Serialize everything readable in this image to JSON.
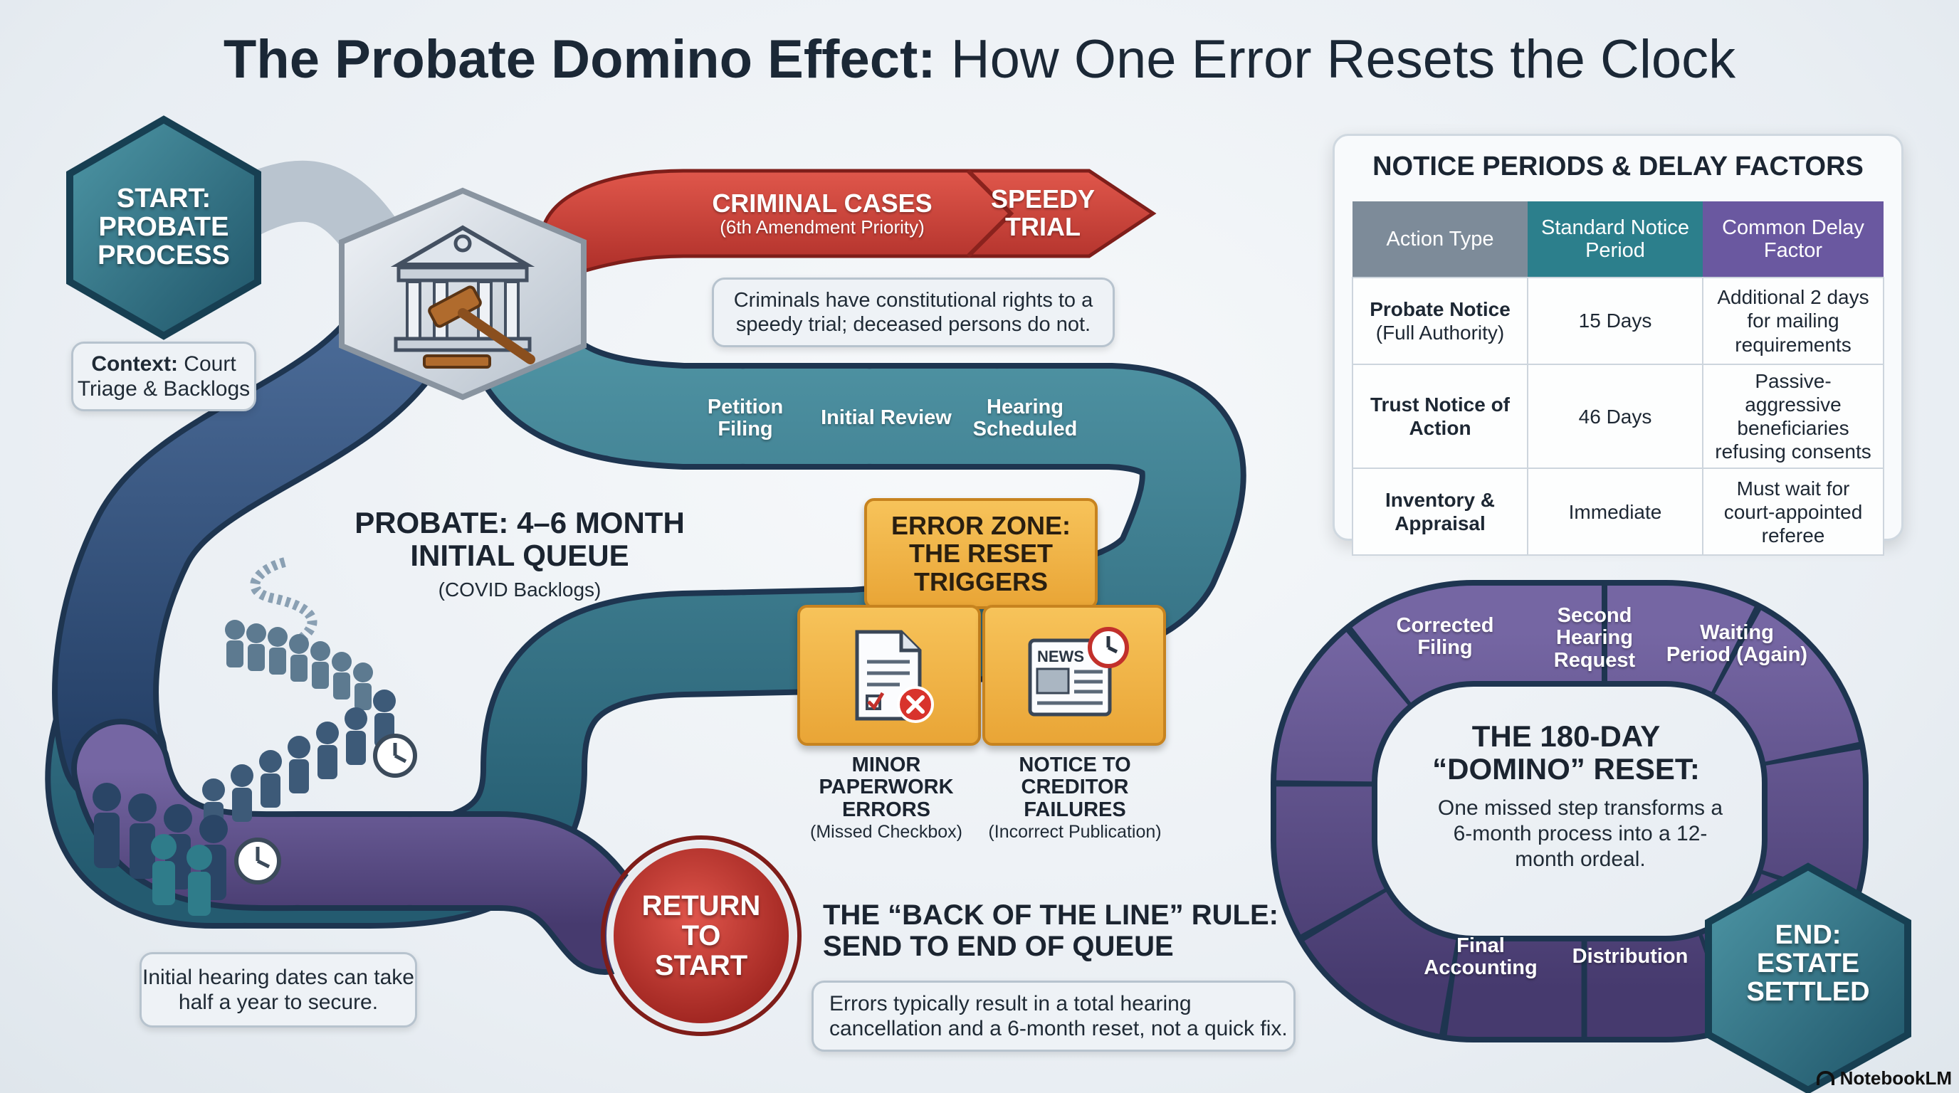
{
  "title": {
    "bold": "The Probate Domino Effect:",
    "rest": " How One Error Resets the Clock"
  },
  "colors": {
    "teal": "#2f6e82",
    "navy": "#2f4d7a",
    "purple": "#5a4d85",
    "red": "#c23a32",
    "amber": "#eeae3f",
    "tableGray": "#7d8b99",
    "tableTeal": "#2c7f8c",
    "tablePurple": "#6a58a0"
  },
  "start": {
    "line1": "START:",
    "line2": "PROBATE",
    "line3": "PROCESS"
  },
  "context": {
    "bold": "Context:",
    "rest": " Court Triage & Backlogs"
  },
  "courthouse": {
    "icon": "courthouse-gavel-icon"
  },
  "criminal": {
    "title": "CRIMINAL CASES",
    "sub": "(6th Amendment Priority)",
    "speedy": "SPEEDY TRIAL"
  },
  "criminal_note": "Criminals have constitutional rights to a speedy trial; deceased persons do not.",
  "steps_top": [
    "Petition Filing",
    "Initial Review",
    "Hearing Scheduled"
  ],
  "queue": {
    "title": "PROBATE: 4–6 MONTH INITIAL QUEUE",
    "sub": "(COVID Backlogs)",
    "icon": "crowd-queue-icon"
  },
  "hearing_note": "Initial hearing dates can take half a year to secure.",
  "error_zone": {
    "title": "ERROR ZONE: THE RESET TRIGGERS",
    "items": [
      {
        "icon": "document-error-icon",
        "label": "MINOR PAPERWORK ERRORS",
        "sub": "(Missed Checkbox)"
      },
      {
        "icon": "newspaper-clock-icon",
        "label": "NOTICE TO CREDITOR FAILURES",
        "sub": "(Incorrect Publication)",
        "news": "NEWS"
      }
    ]
  },
  "return": {
    "line1": "RETURN",
    "line2": "TO",
    "line3": "START"
  },
  "back_rule": {
    "title": "THE “BACK OF THE LINE” RULE: SEND TO END OF QUEUE",
    "note": "Errors typically result in a total hearing cancellation and a 6-month reset, not a quick fix."
  },
  "steps_right": [
    "Corrected Filing",
    "Second Hearing Request",
    "Waiting Period (Again)"
  ],
  "steps_bottom": [
    "Final Accounting",
    "Distribution"
  ],
  "reset": {
    "title": "THE 180-DAY “DOMINO” RESET:",
    "body": "One missed step transforms a 6-month process into a 12-month ordeal."
  },
  "end": {
    "line1": "END:",
    "line2": "ESTATE",
    "line3": "SETTLED"
  },
  "table": {
    "title": "NOTICE PERIODS & DELAY FACTORS",
    "headers": [
      "Action Type",
      "Standard Notice Period",
      "Common Delay Factor"
    ],
    "rows": [
      [
        "Probate Notice",
        "(Full Authority)",
        "15 Days",
        "Additional 2 days for mailing requirements"
      ],
      [
        "Trust Notice of Action",
        "",
        "46 Days",
        "Passive-aggressive beneficiaries refusing consents"
      ],
      [
        "Inventory & Appraisal",
        "",
        "Immediate",
        "Must wait for court-appointed referee"
      ]
    ]
  },
  "brand": "NotebookLM"
}
